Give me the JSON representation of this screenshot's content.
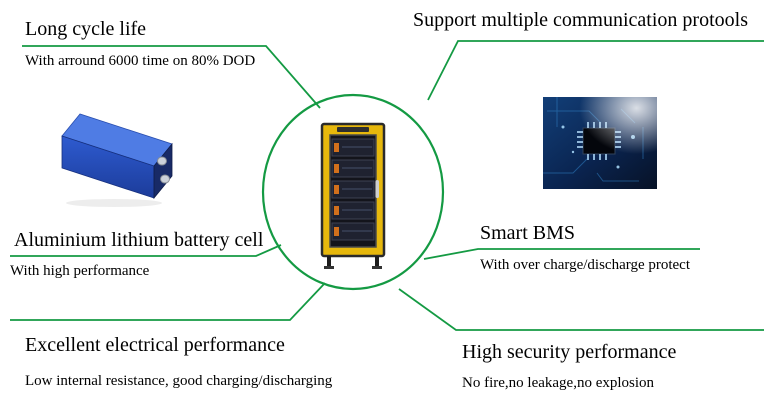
{
  "page": {
    "background": "#ffffff"
  },
  "colors": {
    "accent_green": "#149a43",
    "battery_blue": "#2e5bd0",
    "cabinet_yellow": "#e7b80c"
  },
  "features": {
    "long_cycle_life": {
      "title": "Long cycle life",
      "subtitle": "With arround 6000 time on 80% DOD"
    },
    "communication": {
      "title": "Support multiple communication protools"
    },
    "battery_cell": {
      "title": "Aluminium lithium battery cell",
      "subtitle": "With high performance"
    },
    "smart_bms": {
      "title": "Smart BMS",
      "subtitle": "With over charge/discharge protect"
    },
    "electrical_performance": {
      "title": "Excellent electrical performance",
      "subtitle": "Low internal resistance, good charging/discharging"
    },
    "security": {
      "title": "High security performance",
      "subtitle": "No fire,no leakage,no explosion"
    }
  },
  "images": {
    "battery_cell": "blue-prismatic-lithium-battery-cell",
    "bms_board": "blue-circuit-board-with-chip-photo",
    "cabinet": "yellow-battery-storage-cabinet-with-modules"
  }
}
